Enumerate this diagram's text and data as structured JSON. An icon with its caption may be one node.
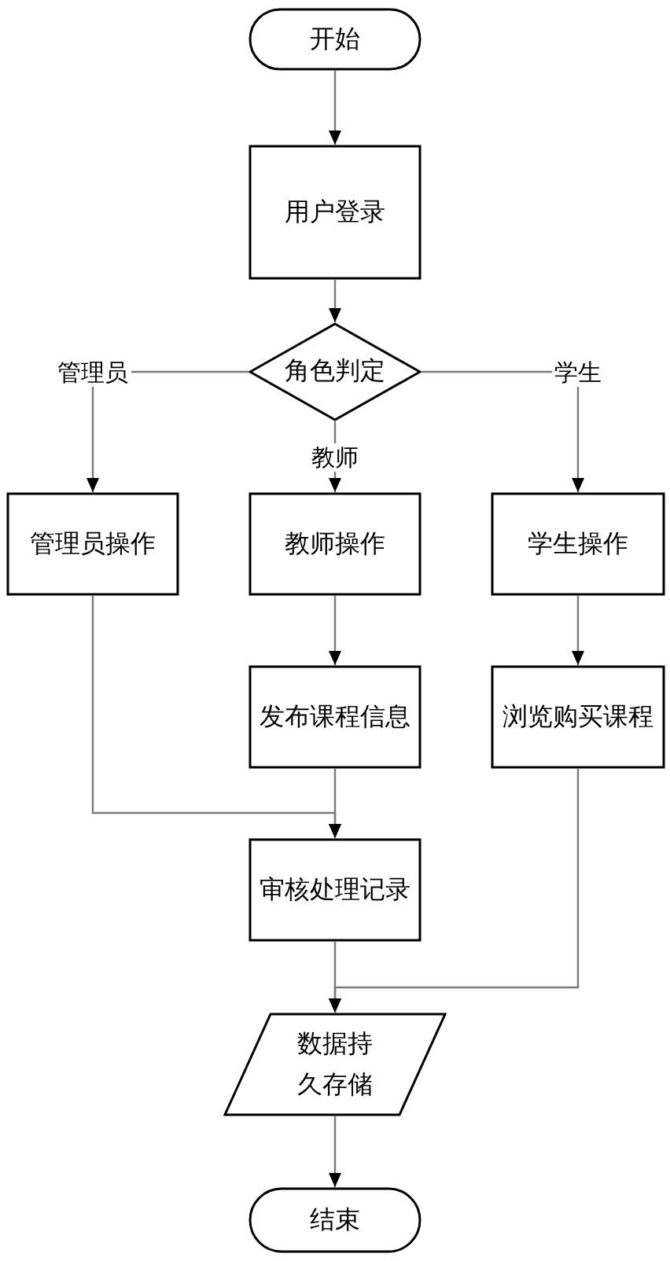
{
  "diagram": {
    "nodes": [
      {
        "text": [
          "开始"
        ]
      },
      {
        "text": [
          "用户登录"
        ]
      },
      {
        "text": [
          "角色判定"
        ]
      },
      {
        "text": [
          "管理员操作"
        ]
      },
      {
        "text": [
          "教师操作"
        ]
      },
      {
        "text": [
          "学生操作"
        ]
      },
      {
        "text": [
          "发布课程信息"
        ]
      },
      {
        "text": [
          "浏览购买课程"
        ]
      },
      {
        "text": [
          "审核处理记录"
        ]
      },
      {
        "text": [
          "数据持久存储"
        ]
      },
      {
        "text": [
          "结束"
        ]
      }
    ],
    "edges": [
      {
        "from": 0,
        "to": 1,
        "arrow": "to"
      },
      {
        "from": 1,
        "to": 2,
        "arrow": "to"
      },
      {
        "from": 2,
        "to": 3,
        "arrow": "to",
        "label": "管理员"
      },
      {
        "from": 2,
        "to": 4,
        "arrow": "to",
        "label": "教师"
      },
      {
        "from": 2,
        "to": 5,
        "arrow": "to",
        "label": "学生"
      },
      {
        "from": 4,
        "to": 6,
        "arrow": "to"
      },
      {
        "from": 5,
        "to": 7,
        "arrow": "to"
      },
      {
        "from": 3,
        "to": 8,
        "arrow": "to"
      },
      {
        "from": 6,
        "to": 8,
        "arrow": "to"
      },
      {
        "from": 8,
        "to": 9,
        "arrow": "to"
      },
      {
        "from": 7,
        "to": 9,
        "arrow": "to"
      },
      {
        "from": 9,
        "to": 10,
        "arrow": "to"
      }
    ]
  }
}
